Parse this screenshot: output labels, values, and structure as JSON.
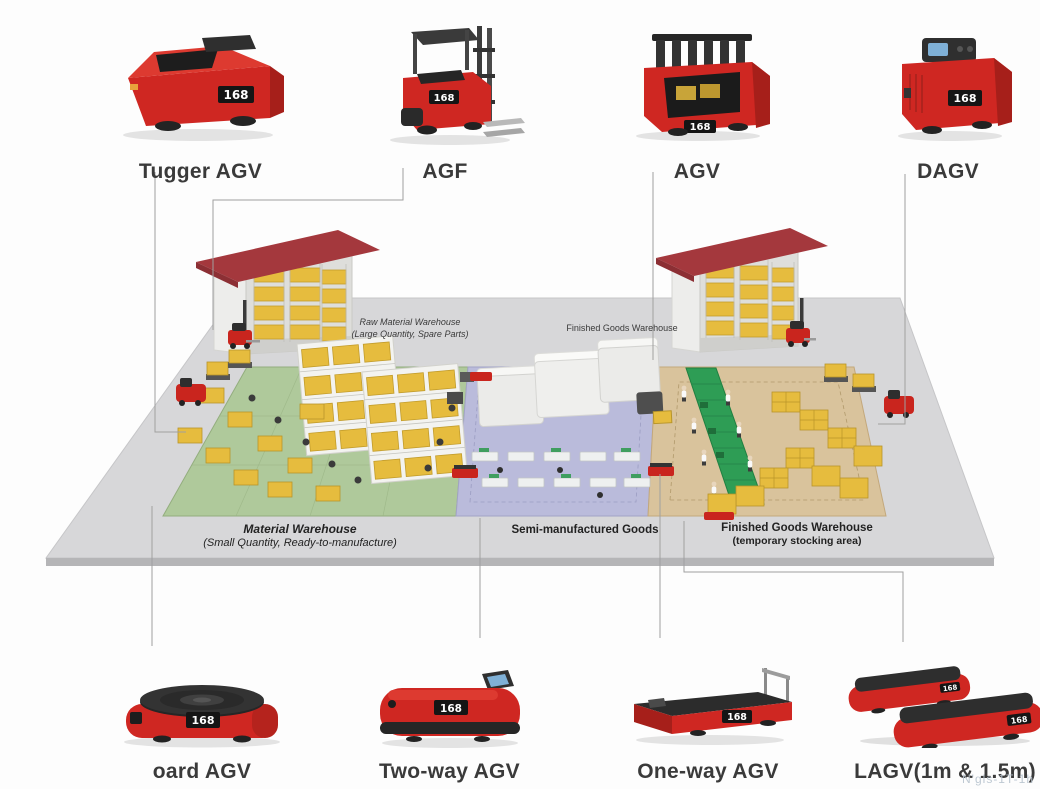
{
  "brand": {
    "logo": "168"
  },
  "vehicles_top": [
    {
      "id": "tugger-agv",
      "label": "Tugger AGV"
    },
    {
      "id": "agf",
      "label": "AGF"
    },
    {
      "id": "agv",
      "label": "AGV"
    },
    {
      "id": "dagv",
      "label": "DAGV"
    }
  ],
  "vehicles_bottom": [
    {
      "id": "board-agv",
      "label": "oard AGV"
    },
    {
      "id": "two-way-agv",
      "label": "Two-way AGV"
    },
    {
      "id": "one-way-agv",
      "label": "One-way AGV"
    },
    {
      "id": "lagv",
      "label": "LAGV(1m & 1.5m)"
    }
  ],
  "diagram": {
    "raw_material_line1": "Raw Material Warehouse",
    "raw_material_line2": "(Large Quantity, Spare Parts)",
    "finished_goods_building": "Finished Goods Warehouse",
    "material_line1": "Material Warehouse",
    "material_line2": "(Small Quantity, Ready-to-manufacture)",
    "semi_manufactured": "Semi-manufactured Goods",
    "finished_area_line1": "Finished Goods Warehouse",
    "finished_area_line2": "(temporary stocking area)"
  },
  "watermark": "N'gls-1T-1h",
  "colors": {
    "brand_red": "#cf2722",
    "roof_red": "#a4383d",
    "zone_green": "#afc99b",
    "zone_purple": "#babbdb",
    "zone_tan": "#d9c39c",
    "conveyor_green": "#2e9d55",
    "box_yellow": "#e6bc3e",
    "floor_gray": "#d7d7d9"
  }
}
